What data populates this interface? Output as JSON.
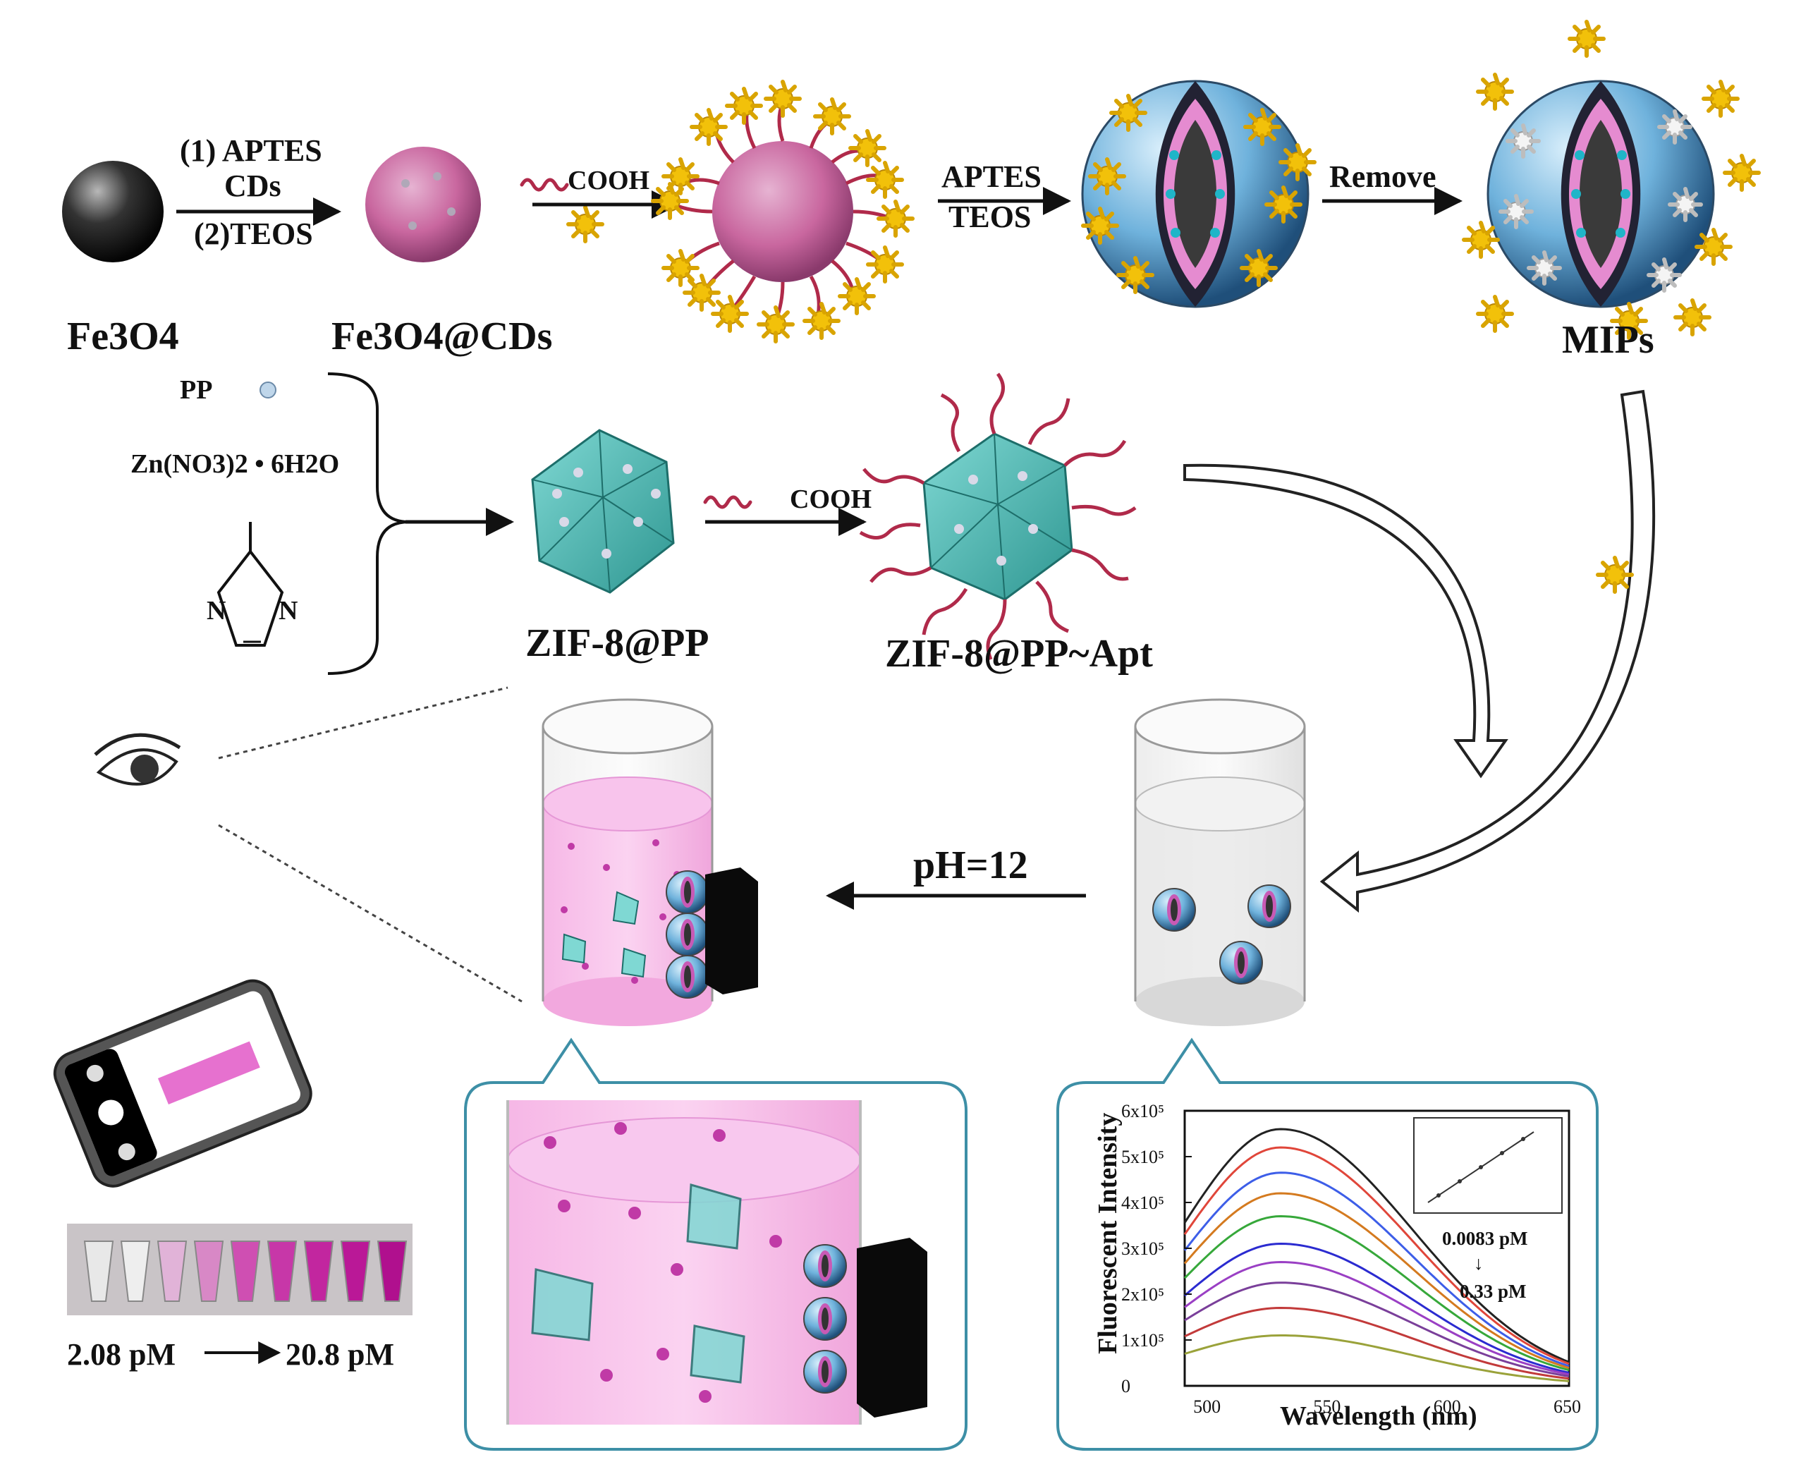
{
  "colors": {
    "sphere_pink": "#c9679f",
    "shell_blue": "#6fb2dc",
    "template_gold": "#f2c10a",
    "zif_teal": "#49b8b3",
    "aptamer_red": "#b02a4a",
    "solution_pink": "#f6b7e6",
    "frame_teal": "#3d8fa6"
  },
  "labels": {
    "fe3o4": "Fe3O4",
    "fe3o4_cds": "Fe3O4@CDs",
    "step1_a": "(1) APTES",
    "step1_b": "CDs",
    "step1_c": "(2)TEOS",
    "cooh_1": "COOH",
    "aptes": "APTES",
    "teos": "TEOS",
    "remove": "Remove",
    "mips": "MIPs",
    "pp": "PP",
    "zinc_salt": "Zn(NO3)2 • 6H2O",
    "zif8_pp": "ZIF-8@PP",
    "cooh_2": "COOH",
    "zif8_pp_apt": "ZIF-8@PP~Apt",
    "ph": "pH=12",
    "conc_low": "2.08 pM",
    "conc_high": "20.8 pM",
    "imidazole_n1": "N",
    "imidazole_n2": "N"
  },
  "chart_data": {
    "type": "line",
    "xlabel": "Wavelength (nm)",
    "ylabel": "Fluorescent Intensity",
    "xlim": [
      490,
      650
    ],
    "ylim": [
      0,
      600000
    ],
    "x_ticks": [
      "500",
      "550",
      "600",
      "650"
    ],
    "y_ticks": [
      "0",
      "1x10⁵",
      "2x10⁵",
      "3x10⁵",
      "4x10⁵",
      "5x10⁵",
      "6x10⁵"
    ],
    "peak_x": 530,
    "series": [
      {
        "color": "#222222",
        "peak": 560000
      },
      {
        "color": "#e0463a",
        "peak": 520000
      },
      {
        "color": "#3d5ee8",
        "peak": 465000
      },
      {
        "color": "#d47a1f",
        "peak": 420000
      },
      {
        "color": "#36a83a",
        "peak": 370000
      },
      {
        "color": "#2b2bd0",
        "peak": 310000
      },
      {
        "color": "#9a3fc4",
        "peak": 270000
      },
      {
        "color": "#7a3f9a",
        "peak": 225000
      },
      {
        "color": "#c23a3a",
        "peak": 170000
      },
      {
        "color": "#9aa23a",
        "peak": 110000
      }
    ],
    "annotations": [
      "0.0083 pM",
      "↓",
      "0.33 pM"
    ]
  }
}
